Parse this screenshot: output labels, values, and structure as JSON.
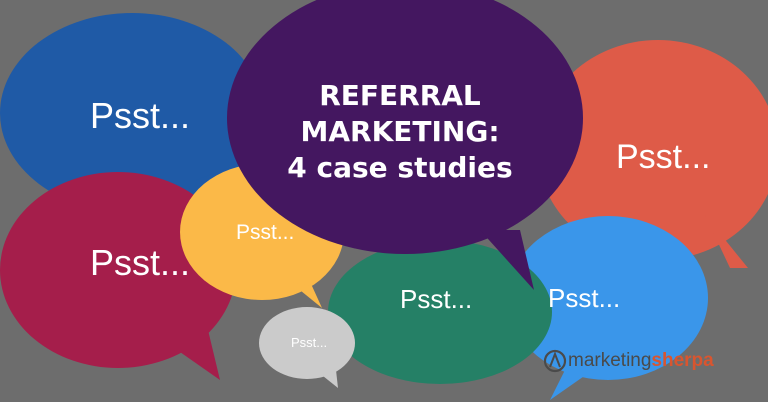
{
  "headline": {
    "line1": "REFERRAL",
    "line2": "MARKETING:",
    "line3": "4 case studies"
  },
  "bubbles": [
    {
      "id": "blue",
      "text": "Psst...",
      "color": "#1f5aa6"
    },
    {
      "id": "crimson",
      "text": "Psst...",
      "color": "#a51e4b"
    },
    {
      "id": "yellow",
      "text": "Psst...",
      "color": "#fbb948"
    },
    {
      "id": "gray",
      "text": "Psst...",
      "color": "#cbcbcb"
    },
    {
      "id": "green",
      "text": "Psst...",
      "color": "#258066"
    },
    {
      "id": "light-blue",
      "text": "Psst...",
      "color": "#3a96ea"
    },
    {
      "id": "orange",
      "text": "Psst...",
      "color": "#de5b48"
    }
  ],
  "headline_color": "#441760",
  "background_color": "#6d6d6d",
  "logo": {
    "part1": "marketing",
    "part2": "sherpa",
    "icon": "sherpa-logo-icon"
  }
}
